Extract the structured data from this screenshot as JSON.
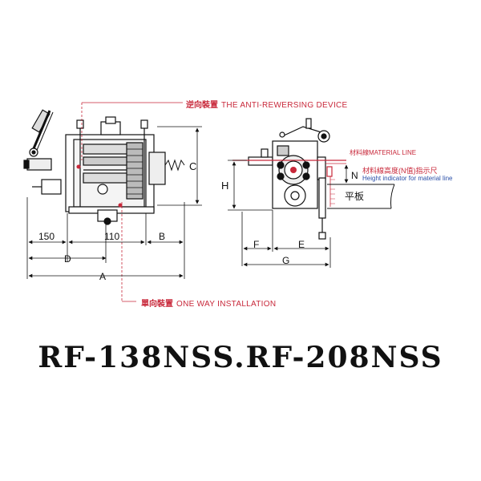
{
  "labels": {
    "anti_reverse_cn": "逆向裝置",
    "anti_reverse_en": "THE ANTI-REWERSING DEVICE",
    "one_way_cn": "單向裝置",
    "one_way_en": "ONE WAY INSTALLATION",
    "material_line": "材料線MATERIAL LINE",
    "height_indicator_cn": "材料線高度(N值)指示尺",
    "height_indicator_en": "Height indicator for material line",
    "plate": "平板"
  },
  "dimensions": {
    "d150": "150",
    "d110": "110",
    "dB": "B",
    "dD": "D",
    "dA": "A",
    "dC": "C",
    "dH": "H",
    "dN": "N",
    "dF": "F",
    "dE": "E",
    "dG": "G"
  },
  "model": "RF-138NSS.RF-208NSS",
  "colors": {
    "accent_red": "#c8283a",
    "accent_blue": "#2a4fa8",
    "line": "#111111"
  }
}
